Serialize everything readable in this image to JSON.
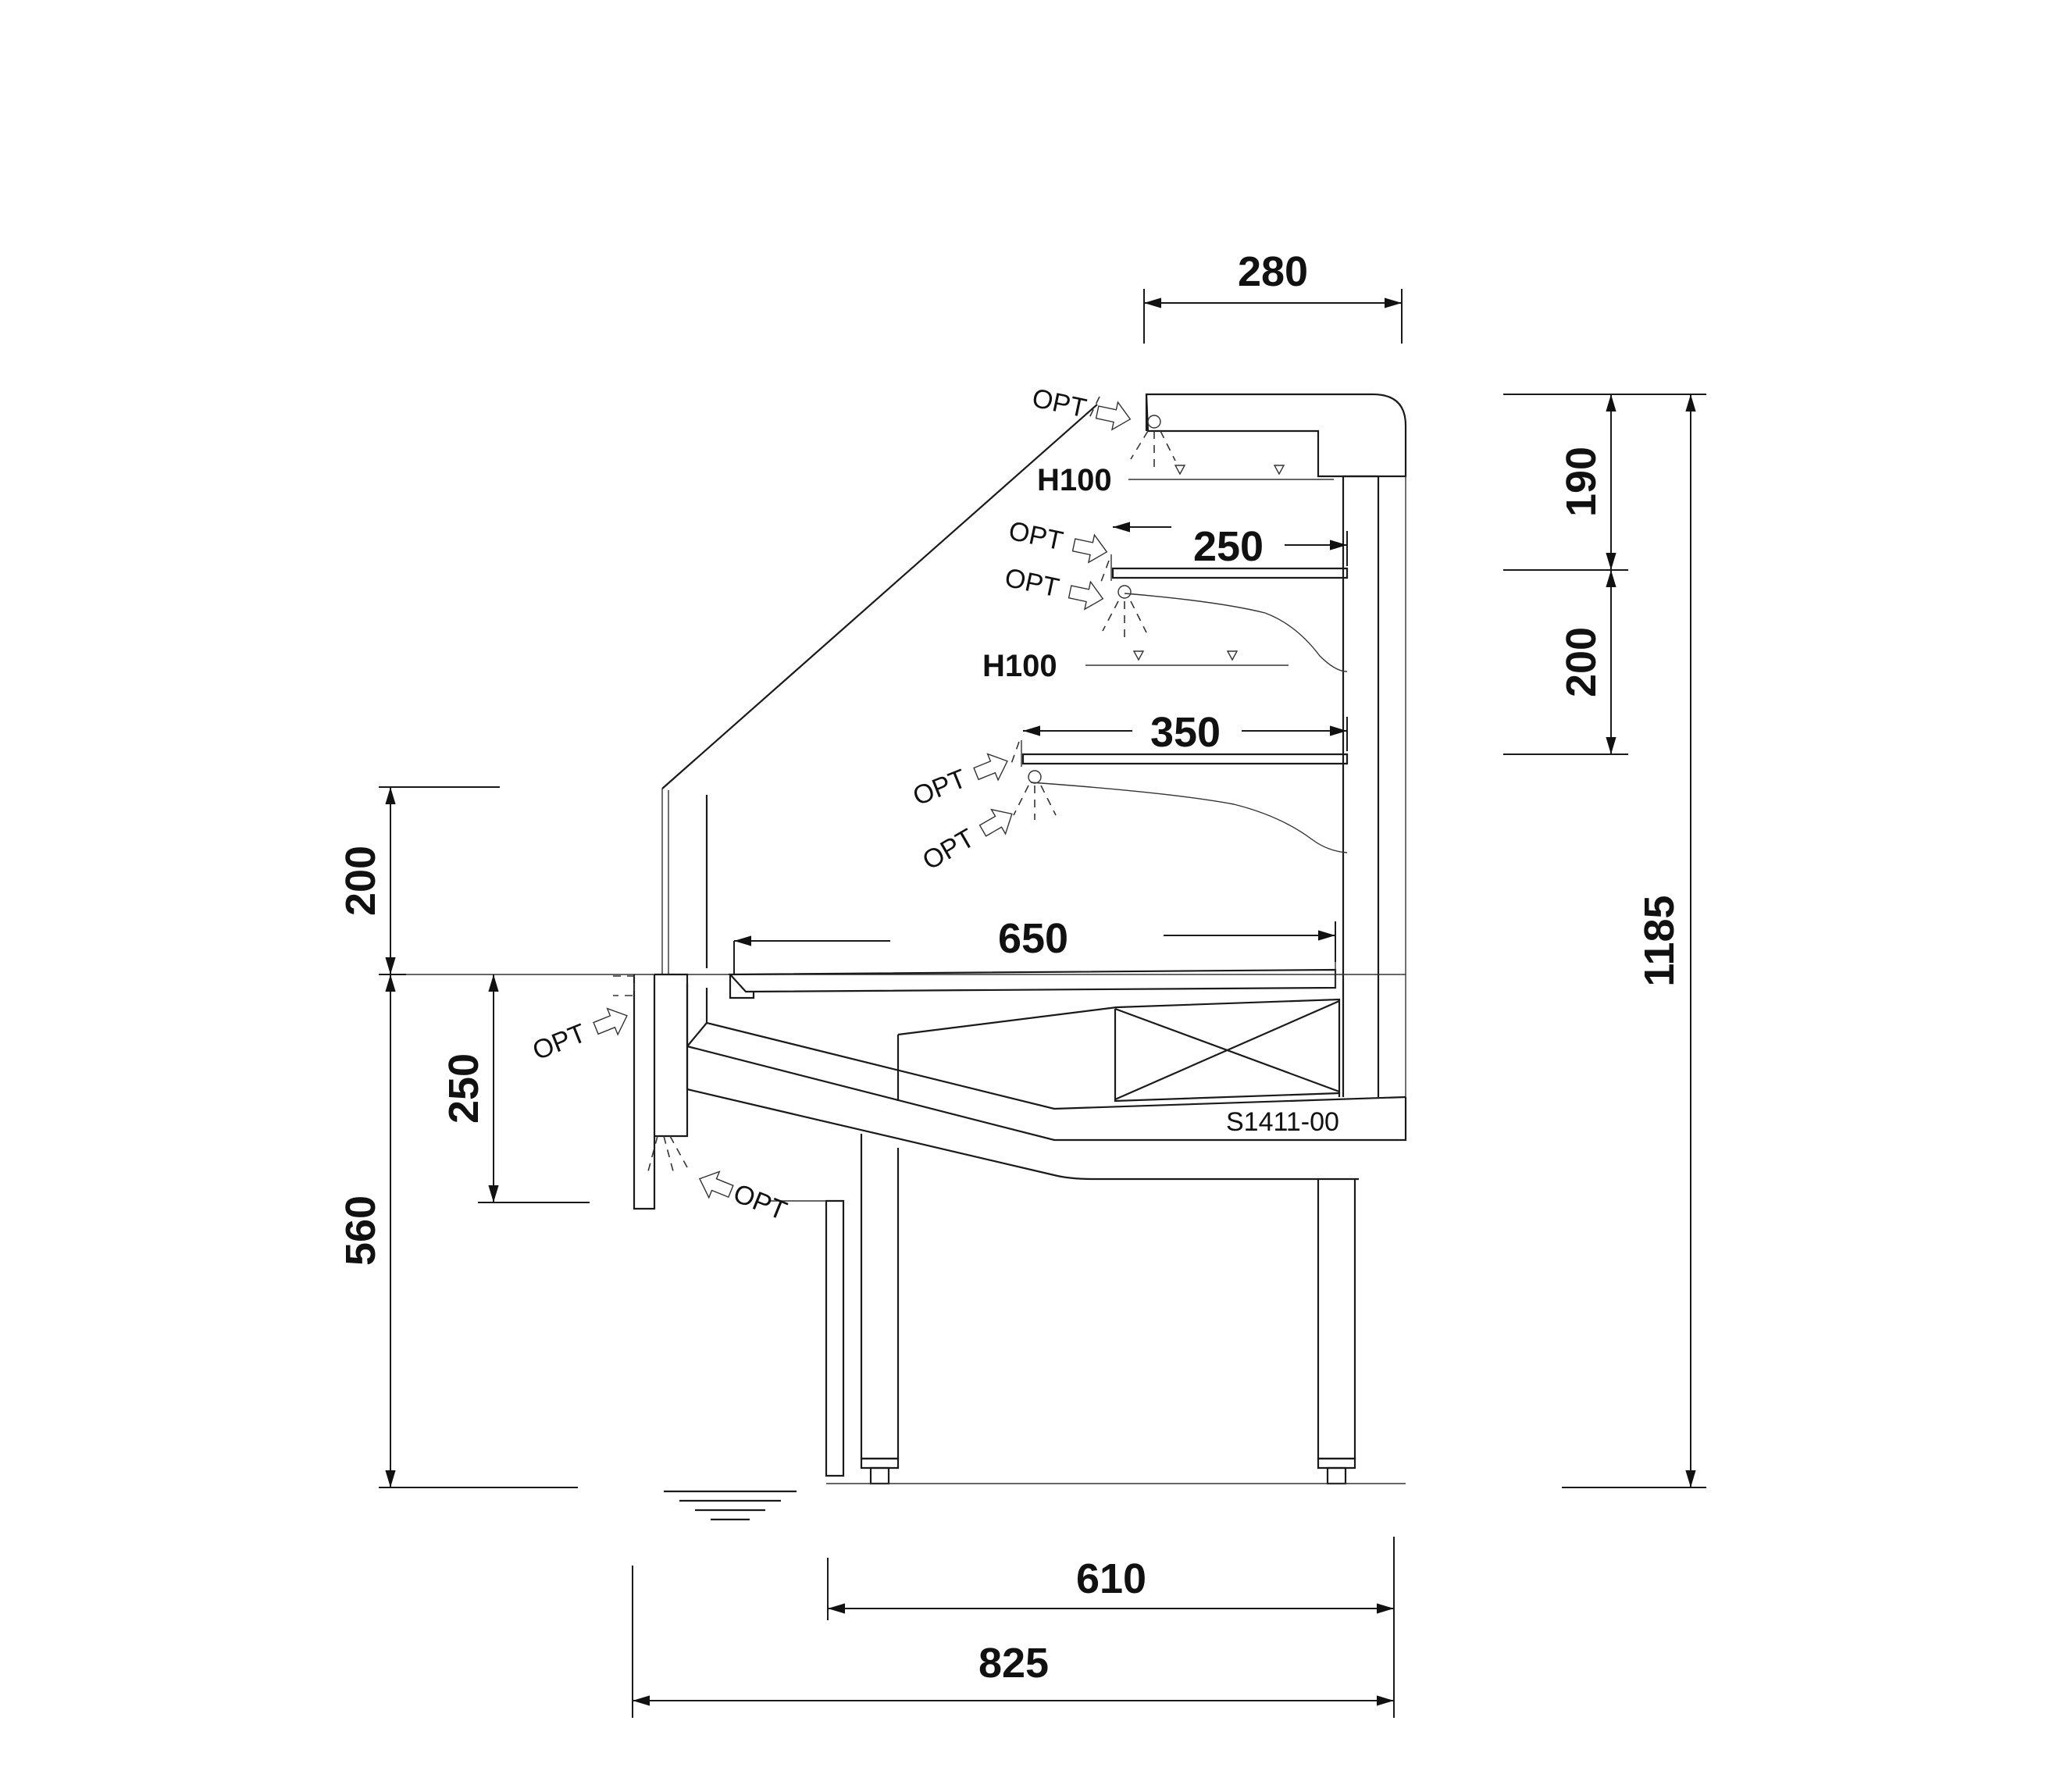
{
  "dimensions": {
    "top_depth": "280",
    "upper_shelf_depth": "250",
    "lower_shelf_depth": "350",
    "deck_depth": "650",
    "upper_shelf_spacing": "190",
    "middle_shelf_spacing": "200",
    "total_height": "1185",
    "front_glass_height": "200",
    "front_panel_height": "250",
    "deck_height": "560",
    "legs_span": "610",
    "total_depth": "825"
  },
  "labels": {
    "h100_upper": "H100",
    "h100_lower": "H100",
    "opt": "OPT",
    "model_code": "S1411-00"
  }
}
